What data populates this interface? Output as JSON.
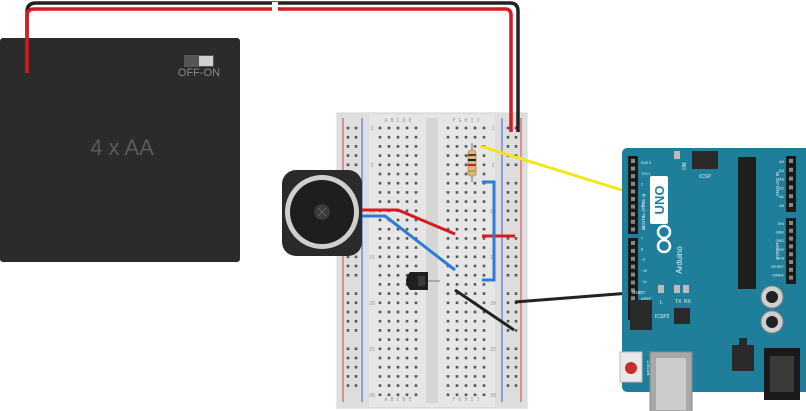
{
  "battery": {
    "label": "4 x AA",
    "switch_label": "OFF-ON"
  },
  "breadboard": {
    "column_letters_left": "A B C D E",
    "column_letters_right": "F G H I J",
    "row_numbers": [
      "1",
      "5",
      "10",
      "15",
      "20",
      "25",
      "30"
    ]
  },
  "arduino": {
    "brand": "UNO",
    "name": "Arduino",
    "on_label": "ON",
    "icsp_label": "ICSP",
    "icsp2_label": "ICSP2",
    "reset_label": "RESET",
    "tx_label": "TX",
    "rx_label": "RX",
    "l_label": "L",
    "aref_label": "AREF",
    "gnd_label": "GND",
    "digital_label": "DIGITAL (PWM ~)",
    "analog_label": "ANALOG IN",
    "power_label": "POWER",
    "pin_labels_right": [
      "A5",
      "A4",
      "A3",
      "A2",
      "A1",
      "A0"
    ],
    "power_pins": [
      "VIN",
      "GND",
      "GND",
      "5V",
      "3V3",
      "RESET",
      "IOREF"
    ],
    "digital_pins": [
      "RX0 0",
      "TX0 1",
      "2",
      "~3",
      "4",
      "~5",
      "~6",
      "7",
      "8",
      "~9",
      "~10",
      "~11",
      "12",
      "13"
    ]
  },
  "colors": {
    "board_teal": "#1f7f9a",
    "battery_body": "#2b2b2b",
    "wire_red": "#d71920",
    "wire_black": "#222222",
    "wire_blue": "#2f7ad6",
    "wire_yellow": "#f2e51a",
    "breadboard": "#e8e8e8"
  }
}
